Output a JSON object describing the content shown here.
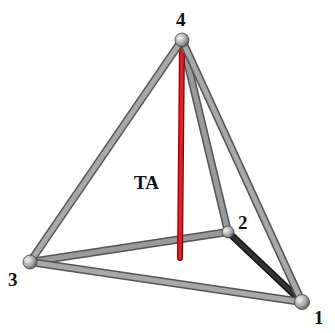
{
  "diagram": {
    "labels": [
      "4",
      "TA",
      "2",
      "3",
      "1"
    ]
  }
}
